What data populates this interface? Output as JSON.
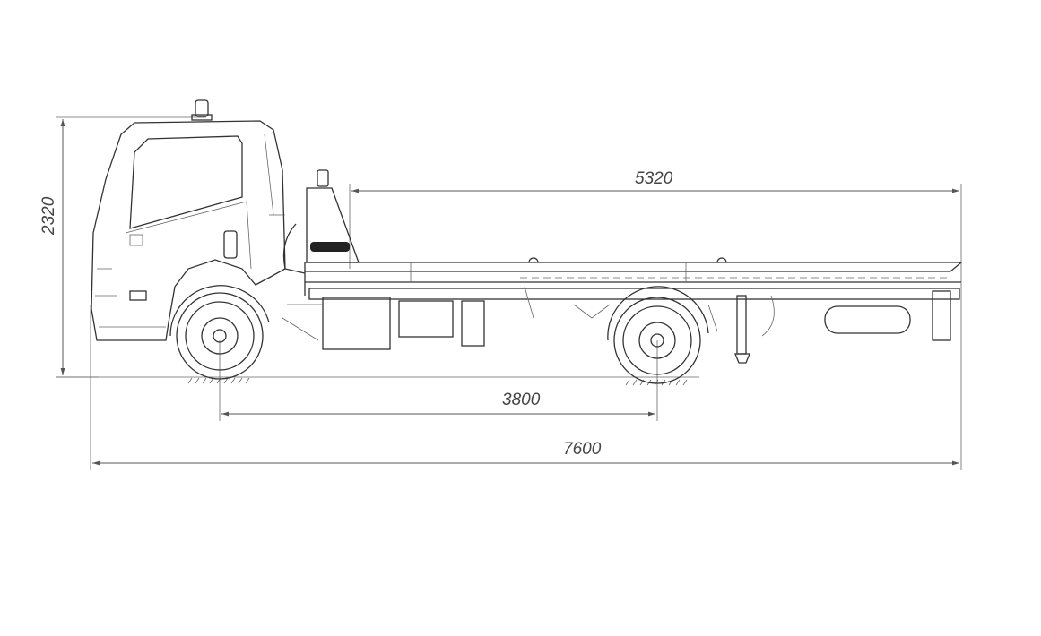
{
  "drawing": {
    "title": "Tow truck side view",
    "dimensions": {
      "height": "2320",
      "platform_length": "5320",
      "wheelbase": "3800",
      "overall_length": "7600"
    },
    "units": "mm"
  }
}
